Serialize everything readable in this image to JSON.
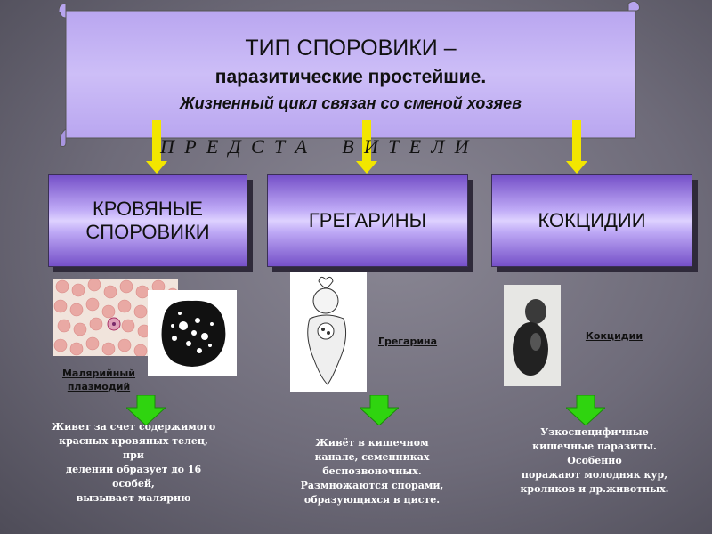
{
  "header": {
    "title_line1": "ТИП СПОРОВИКИ –",
    "title_line2": "паразитические простейшие.",
    "title_line3": "Жизненный цикл связан со сменой хозяев"
  },
  "representatives_label": "П  Р  Е  Д  С  Т  А       В  И  Т  Е  Л  И",
  "groups": [
    {
      "label": "КРОВЯНЫЕ\nСПОРОВИКИ",
      "caption": "Малярийный\nплазмодий",
      "description": "Живет за счет содержимого\nкрасных кровяных телец,\nпри\nделении образует до 16\nособей,\nвызывает малярию"
    },
    {
      "label": "ГРЕГАРИНЫ",
      "caption": "Грегарина",
      "description": "Живёт в кишечном\nканале, семенниках\nбеспозвоночных.\nРазмножаются спорами,\nобразующихся в цисте."
    },
    {
      "label": "КОКЦИДИИ",
      "caption": "Кокцидии",
      "description": "Узкоспецифичные\nкишечные паразиты.\nОсобенно\nпоражают молодняк кур,\nкроликов и др.животных."
    }
  ],
  "colors": {
    "banner_fill": "#c9b8f5",
    "box_dark": "#7550c8",
    "box_light": "#ded2ff",
    "arrow_yellow": "#f2e600",
    "arrow_green": "#2fd40f"
  }
}
